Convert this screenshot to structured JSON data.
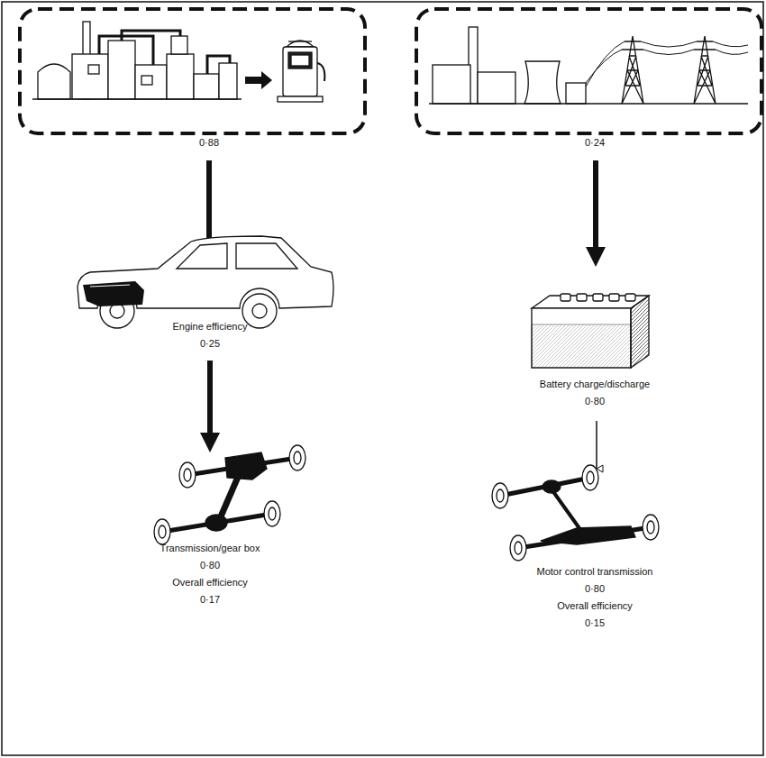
{
  "diagram": {
    "labels": [
      "0·88",
      "Engine efficiency",
      "0·25",
      "Transmission/gear box",
      "0·80",
      "Overall efficiency",
      "0·17",
      "0·24",
      "Battery charge/discharge",
      "0·80",
      "Motor control transmission",
      "0·80",
      "Overall efficiency",
      "0·15"
    ]
  }
}
